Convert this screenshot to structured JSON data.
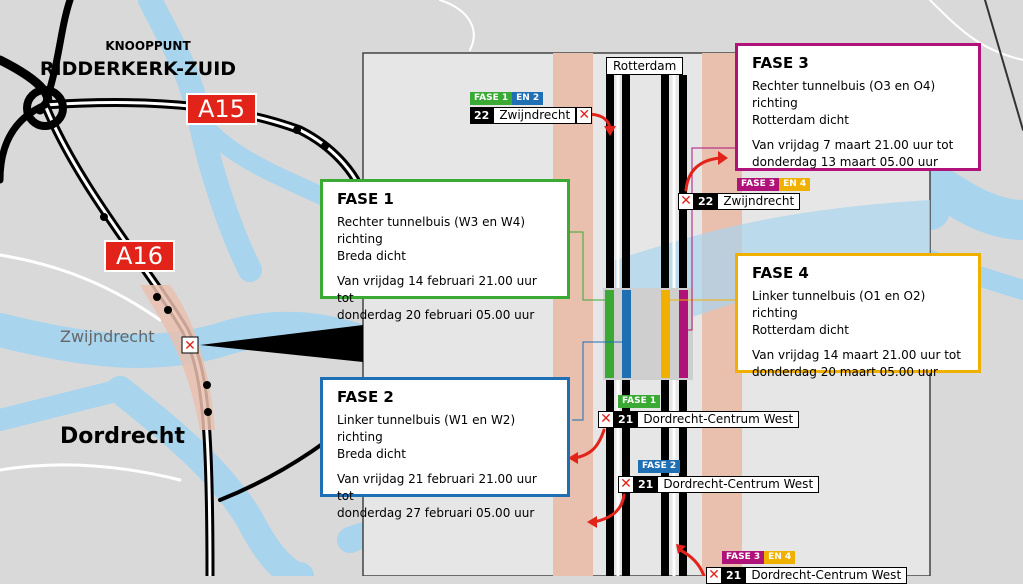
{
  "map": {
    "knooppunt_small": "KNOOPPUNT",
    "knooppunt_name": "RIDDERKERK-ZUID",
    "city_zwijndrecht": "Zwijndrecht",
    "city_dordrecht": "Dordrecht",
    "road_a15": "A15",
    "road_a16": "A16",
    "direction_label": "Rotterdam",
    "x_mark": "✕"
  },
  "phases": {
    "fase1": {
      "title": "FASE 1",
      "line1": "Rechter tunnelbuis (W3 en W4) richting",
      "line2": "Breda dicht",
      "line3": "Van vrijdag 14 februari 21.00 uur tot",
      "line4": "donderdag 20 februari 05.00 uur"
    },
    "fase2": {
      "title": "FASE 2",
      "line1": "Linker tunnelbuis (W1 en W2) richting",
      "line2": "Breda dicht",
      "line3": "Van vrijdag 21 februari 21.00 uur tot",
      "line4": "donderdag 27 februari 05.00 uur"
    },
    "fase3": {
      "title": "FASE 3",
      "line1": "Rechter tunnelbuis (O3 en O4)  richting",
      "line2": "Rotterdam dicht",
      "line3": "Van vrijdag 7 maart 21.00 uur tot",
      "line4": "donderdag 13 maart 05.00 uur"
    },
    "fase4": {
      "title": "FASE 4",
      "line1": "Linker tunnelbuis (O1 en O2) richting",
      "line2": "Rotterdam dicht",
      "line3": "Van vrijdag 14 maart 21.00 uur tot",
      "line4": "donderdag 20 maart 05.00 uur"
    }
  },
  "exits": {
    "e1": {
      "tag1": "FASE 1",
      "tag2": "EN 2",
      "num": "22",
      "name": "Zwijndrecht"
    },
    "e2": {
      "tag1": "FASE 3",
      "tag2": "EN 4",
      "num": "22",
      "name": "Zwijndrecht"
    },
    "e3": {
      "tag1": "FASE 1",
      "num": "21",
      "name": "Dordrecht-Centrum West"
    },
    "e4": {
      "tag1": "FASE 2",
      "num": "21",
      "name": "Dordrecht-Centrum West"
    },
    "e5": {
      "tag1": "FASE 3",
      "tag2": "EN 4",
      "num": "21",
      "name": "Dordrecht-Centrum West"
    }
  },
  "colors": {
    "fase1": "#3aaa35",
    "fase2": "#1f6fb5",
    "fase3": "#b0127a",
    "fase4": "#f0b000",
    "road_red": "#e2231a",
    "water": "#a8d4ee",
    "land": "#d9d9d9",
    "roadworks": "#e9bfae"
  }
}
